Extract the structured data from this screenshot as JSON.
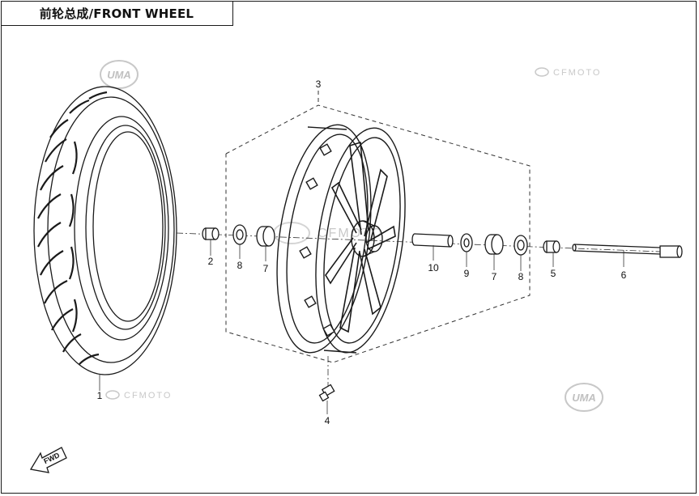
{
  "title": "前轮总成/FRONT WHEEL",
  "direction_badge": "FWD",
  "callouts": [
    "1",
    "2",
    "3",
    "4",
    "5",
    "6",
    "7",
    "7",
    "8",
    "8",
    "9",
    "10"
  ],
  "watermarks": {
    "brand": "CFMOTO",
    "dealer": "UMA"
  },
  "colors": {
    "line": "#1a1a1a",
    "watermark": "#c8c8c8"
  }
}
